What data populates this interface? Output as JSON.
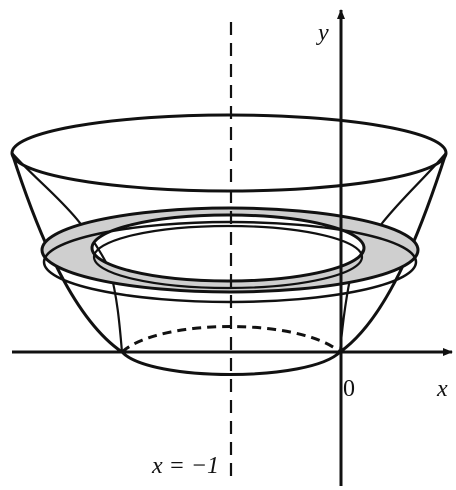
{
  "figure": {
    "y_axis_label": "y",
    "x_axis_label": "x",
    "origin_label": "0",
    "axis_of_rotation_label": "x = −1"
  },
  "colors": {
    "stroke": "#111111",
    "washer_fill": "#cfcfcf",
    "background": "#ffffff"
  }
}
